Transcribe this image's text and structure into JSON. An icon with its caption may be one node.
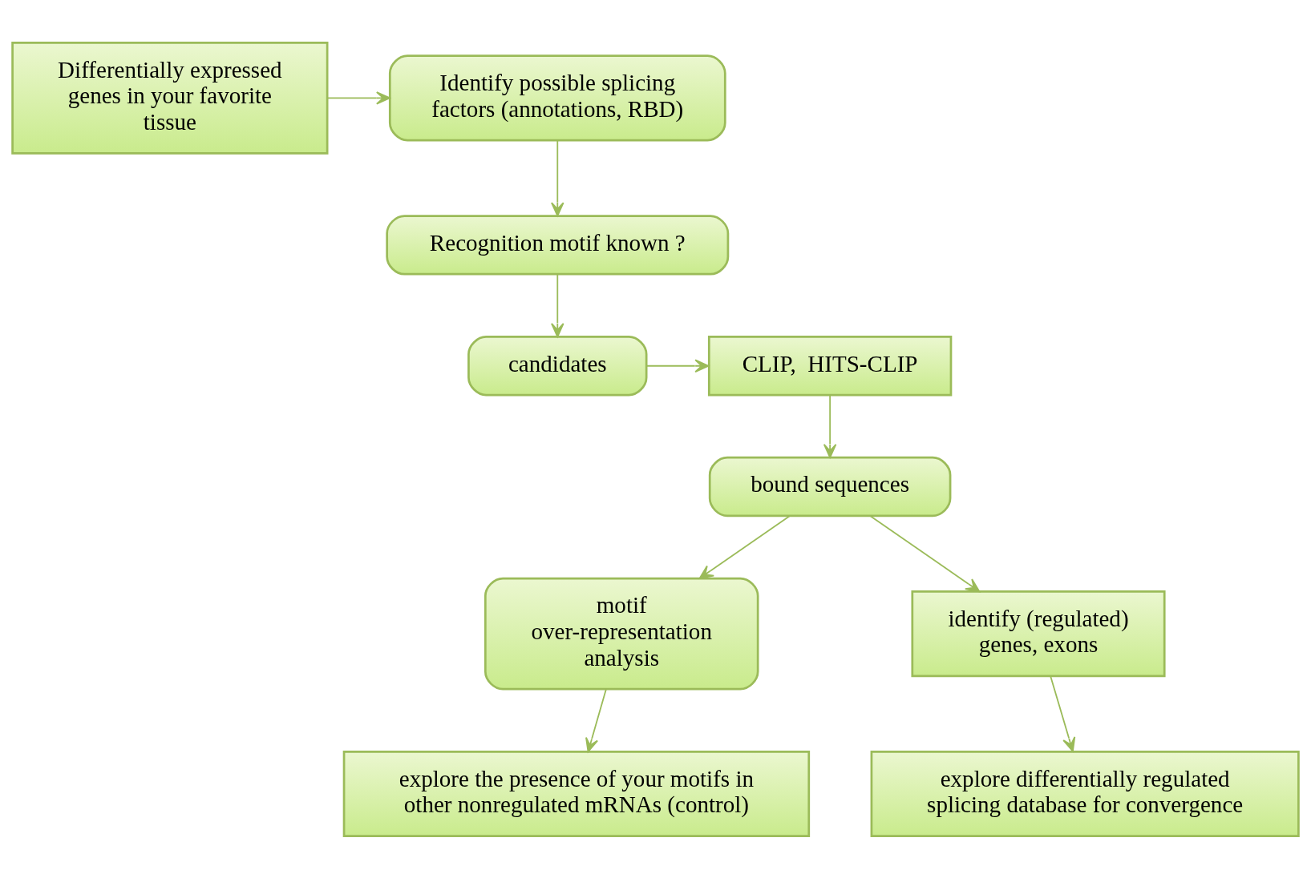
{
  "diagram": {
    "nodes": [
      {
        "text": [
          "Differentially expressed genes in your favorite tissue"
        ]
      },
      {
        "text": [
          "Identify possible splicing factors (annotations, RBD)"
        ]
      },
      {
        "text": [
          "Recognition motif known ?"
        ]
      },
      {
        "text": [
          "candidates"
        ]
      },
      {
        "text": [
          "CLIP,  HITS-CLIP"
        ]
      },
      {
        "text": [
          "bound sequences"
        ]
      },
      {
        "text": [
          "motif over-representation analysis"
        ]
      },
      {
        "text": [
          "identify (regulated) genes, exons"
        ]
      },
      {
        "text": [
          "explore the presence of your motifs in other nonregulated mRNAs (control)"
        ]
      },
      {
        "text": [
          "explore differentially regulated splicing database for convergence"
        ]
      }
    ],
    "edges": [
      {
        "from": 0,
        "to": 1,
        "arrow": "to"
      },
      {
        "from": 1,
        "to": 2,
        "arrow": "to"
      },
      {
        "from": 2,
        "to": 3,
        "arrow": "to"
      },
      {
        "from": 3,
        "to": 4,
        "arrow": "to"
      },
      {
        "from": 4,
        "to": 5,
        "arrow": "to"
      },
      {
        "from": 5,
        "to": 6,
        "arrow": "to"
      },
      {
        "from": 5,
        "to": 7,
        "arrow": "to"
      },
      {
        "from": 6,
        "to": 8,
        "arrow": "to"
      },
      {
        "from": 7,
        "to": 9,
        "arrow": "to"
      }
    ]
  }
}
